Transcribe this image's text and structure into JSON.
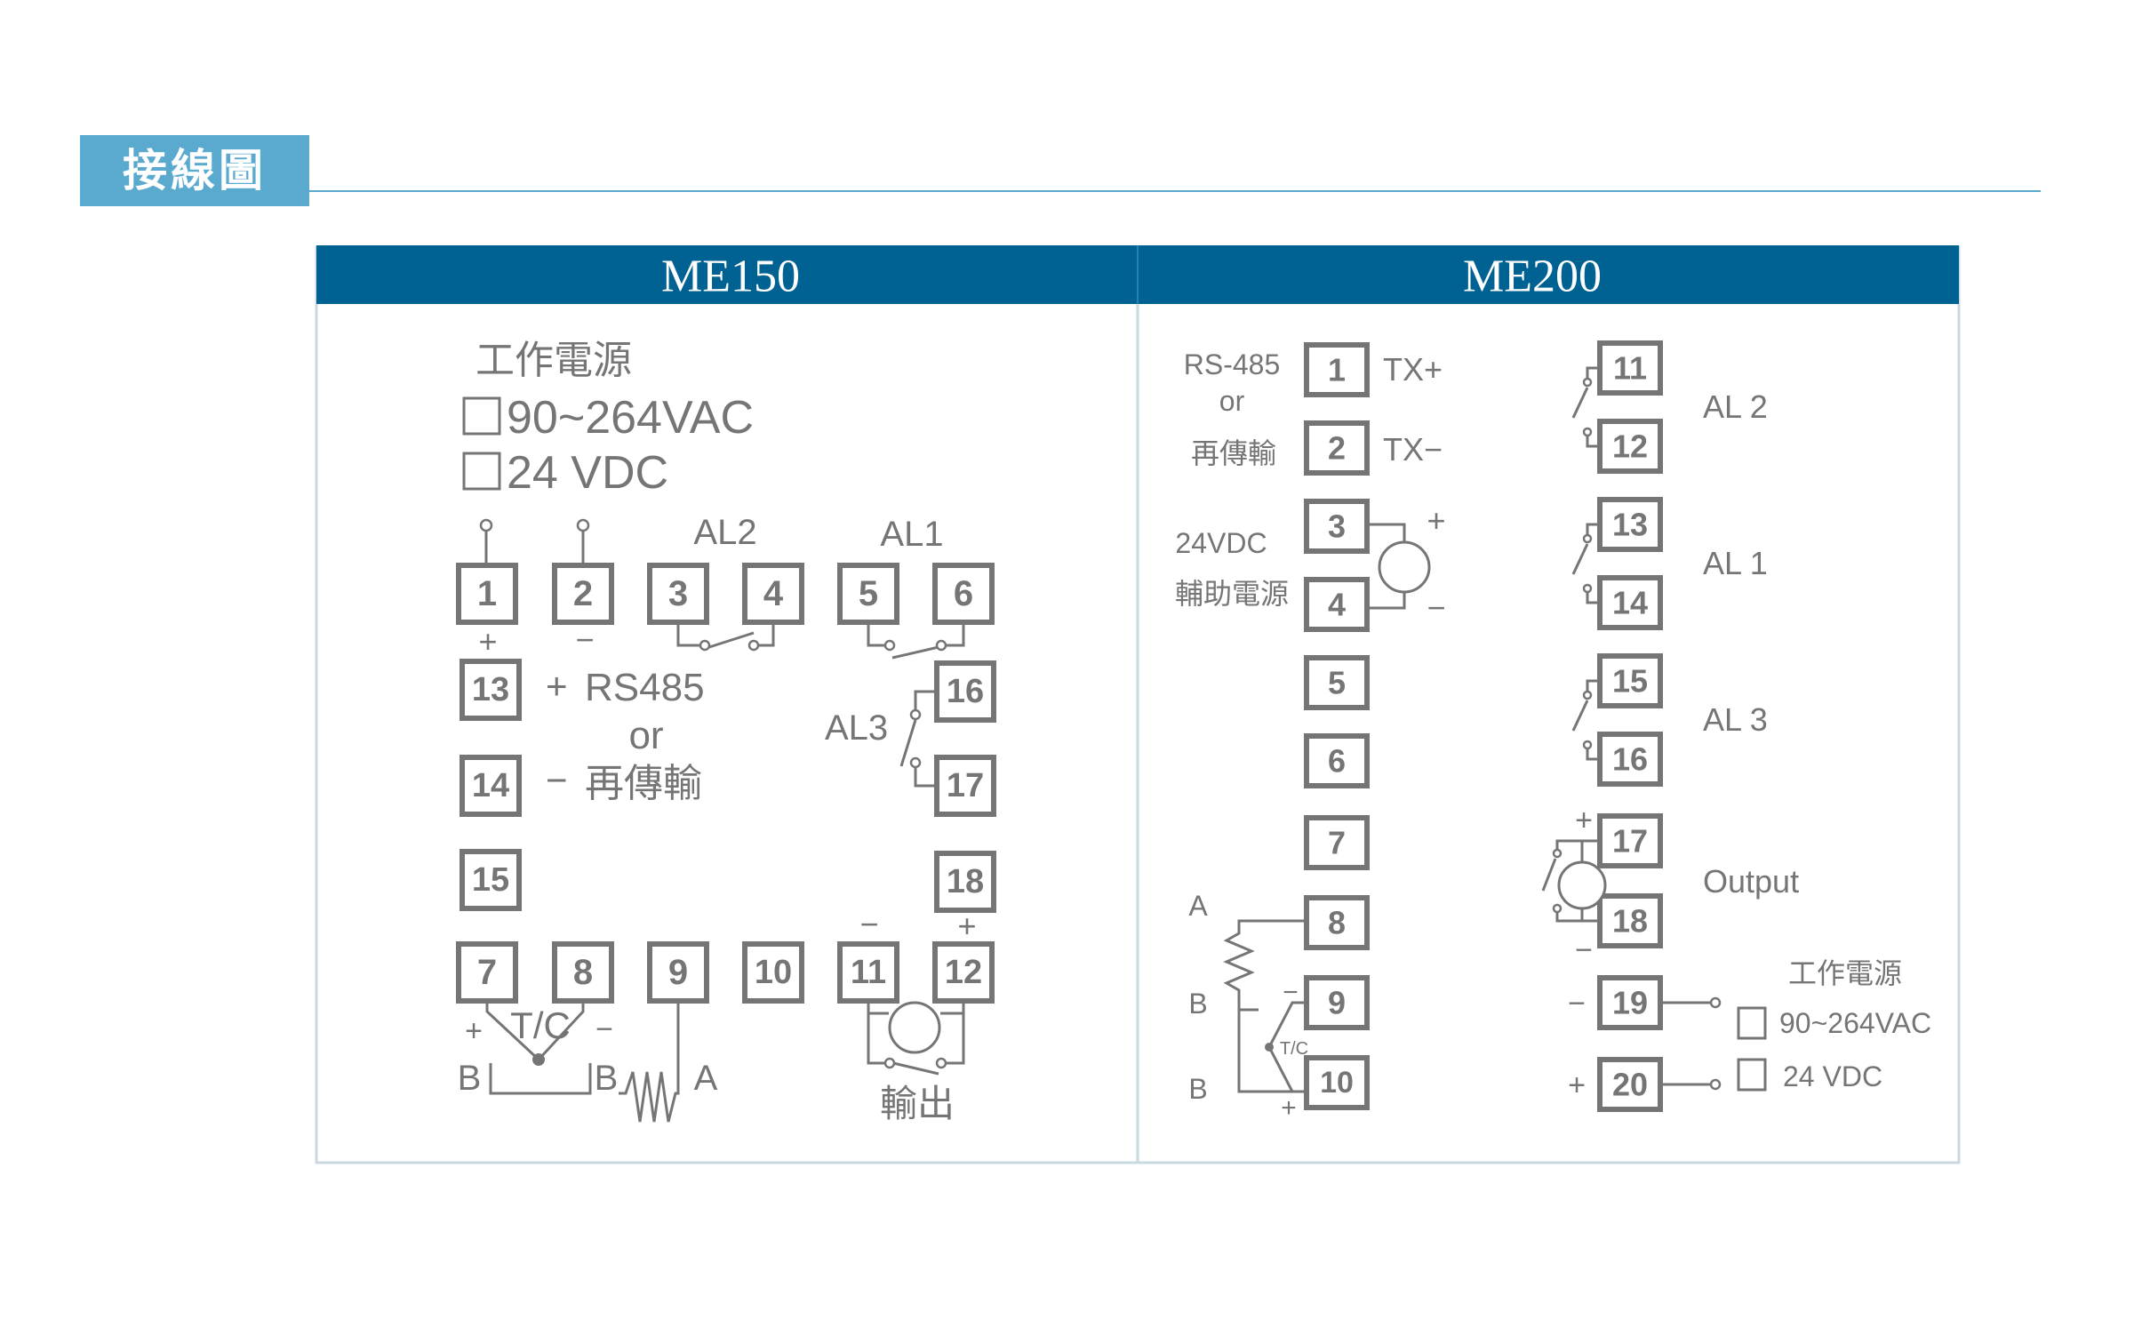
{
  "header": {
    "title": "接線圖"
  },
  "me150": {
    "title": "ME150",
    "power_title": "工作電源",
    "power_ac": "90~264VAC",
    "power_dc": "24 VDC",
    "al2": "AL2",
    "al1": "AL1",
    "al3": "AL3",
    "rs485": "RS485",
    "or": "or",
    "retrans": "再傳輸",
    "tc": "T/C",
    "b1": "B",
    "b2": "B",
    "a": "A",
    "output": "輸出",
    "plus": "+",
    "minus": "−",
    "terminals": [
      "1",
      "2",
      "3",
      "4",
      "5",
      "6",
      "13",
      "16",
      "14",
      "17",
      "15",
      "18",
      "7",
      "8",
      "9",
      "10",
      "11",
      "12"
    ]
  },
  "me200": {
    "title": "ME200",
    "rs485": "RS-485",
    "or": "or",
    "retrans": "再傳輸",
    "txp": "TX+",
    "txm": "TX−",
    "aux_v": "24VDC",
    "aux": "輔助電源",
    "a": "A",
    "b1": "B",
    "b2": "B",
    "tc": "T/C",
    "al2": "AL 2",
    "al1": "AL 1",
    "al3": "AL 3",
    "output": "Output",
    "power_title": "工作電源",
    "power_ac": "90~264VAC",
    "power_dc": "24 VDC",
    "plus": "+",
    "minus": "−",
    "left_terminals": [
      "1",
      "2",
      "3",
      "4",
      "5",
      "6",
      "7",
      "8",
      "9",
      "10"
    ],
    "right_terminals": [
      "11",
      "12",
      "13",
      "14",
      "15",
      "16",
      "17",
      "18",
      "19",
      "20"
    ]
  }
}
